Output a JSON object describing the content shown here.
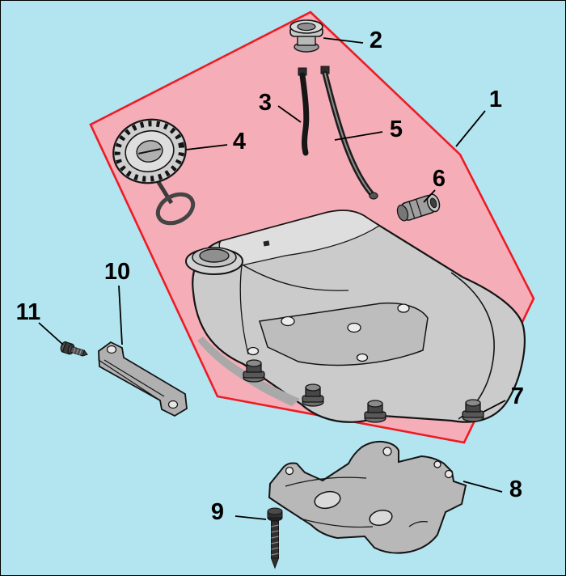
{
  "diagram": {
    "colors": {
      "background": "#b3e5f1",
      "highlight_fill": "#f5aeb8",
      "highlight_stroke": "#ed1c24",
      "line_art": "#141414"
    },
    "callouts": [
      {
        "label": "1",
        "part": "fuel-tank-assembly-group"
      },
      {
        "label": "2",
        "part": "tank-grommet-bushing"
      },
      {
        "label": "3",
        "part": "fuel-line-short"
      },
      {
        "label": "4",
        "part": "fuel-cap-with-retainer"
      },
      {
        "label": "5",
        "part": "fuel-line-long"
      },
      {
        "label": "6",
        "part": "fuel-filter-fitting"
      },
      {
        "label": "7",
        "part": "mounting-grommet"
      },
      {
        "label": "8",
        "part": "tank-mount-bracket"
      },
      {
        "label": "9",
        "part": "mounting-screw"
      },
      {
        "label": "10",
        "part": "clamp-bracket"
      },
      {
        "label": "11",
        "part": "clamp-screw"
      }
    ]
  }
}
